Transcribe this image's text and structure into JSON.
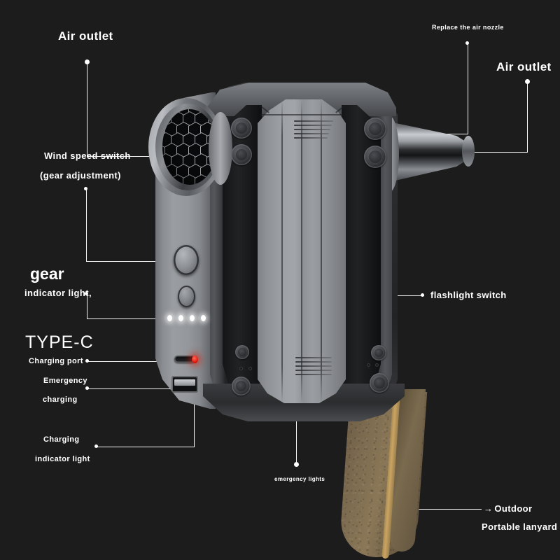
{
  "scene": {
    "background_color": "#1c1c1c",
    "line_color": "#f4f4f4",
    "text_color": "#ffffff",
    "product": "portable cordless air blower"
  },
  "callouts": {
    "air_outlet_left": "Air outlet",
    "replace_nozzle": "Replace the air nozzle",
    "air_outlet_right": "Air outlet",
    "wind_speed_line1": "Wind speed switch",
    "wind_speed_line2": "(gear adjustment)",
    "gear_title": "gear",
    "gear_sub": "indicator light,",
    "typec_title": "TYPE-C",
    "typec_sub": "Charging port",
    "emergency_line1": "Emergency",
    "emergency_line2": "charging",
    "charging_ind_line1": "Charging",
    "charging_ind_line2": "indicator light",
    "flashlight": "flashlight switch",
    "emergency_lights": "emergency lights",
    "outdoor_arrow": "→",
    "outdoor": "Outdoor",
    "lanyard": "Portable lanyard"
  },
  "device": {
    "led_count": 4,
    "led_color": "#ffffff",
    "charging_led_color": "#e21c0c",
    "lanyard_color": "#8a7757",
    "lanyard_edge_color": "#caa463",
    "body_color": "#9a9da1",
    "rail_color": "#17191b"
  }
}
